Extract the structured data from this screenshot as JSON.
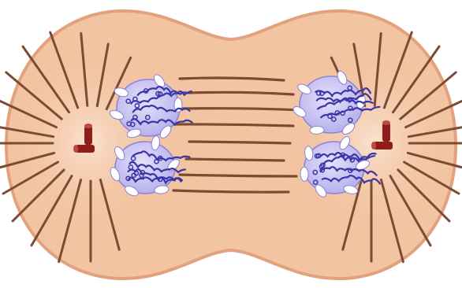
{
  "figure": {
    "colors": {
      "background": "#ffffff",
      "cytoplasm": "#f2c4a2",
      "cytoplasm_center": "#f7d3b8",
      "membrane": "#e3a27d",
      "spindle_fiber": "#7d4a33",
      "nuclear_envelope": "#cfc9f2",
      "nuclear_envelope_edge": "#8b83d6",
      "chromatin": "#3b36a6",
      "centriole": "#8f1e1a",
      "centriole_light": "#c0473f"
    },
    "parts": [
      "cell-membrane",
      "left-aster",
      "right-aster",
      "left-centriole-pair",
      "right-centriole-pair",
      "interpolar-spindle-fibers",
      "left-daughter-nuclei",
      "right-daughter-nuclei"
    ]
  }
}
